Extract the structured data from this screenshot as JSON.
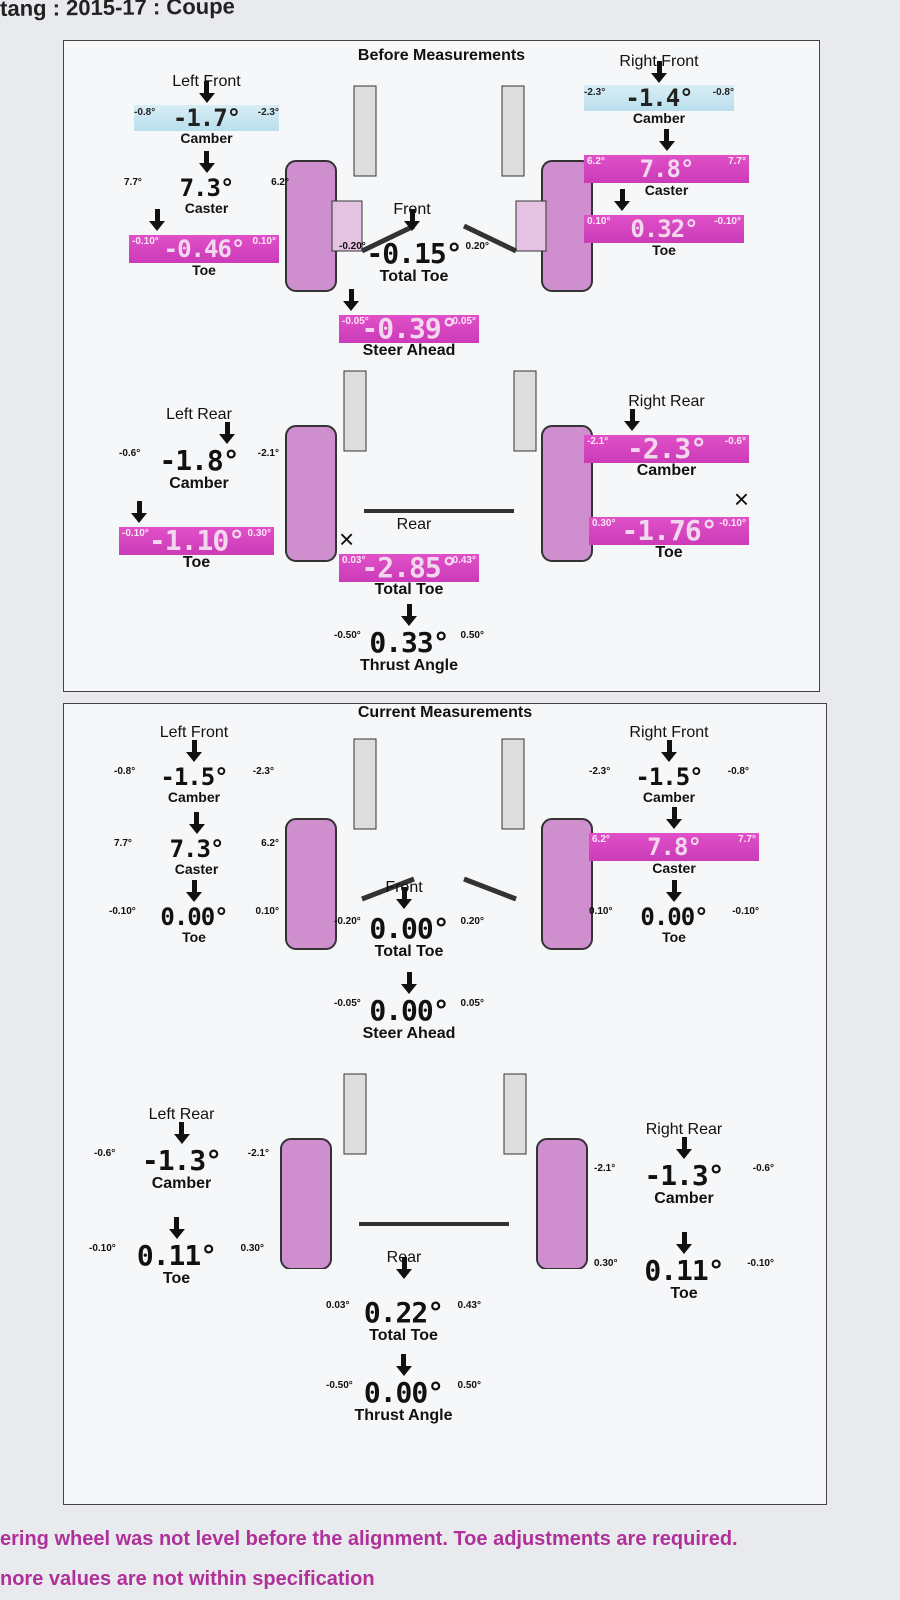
{
  "page": {
    "header": "tang : 2015-17 : Coupe",
    "footer_line1": "ering wheel was not level before the alignment.  Toe adjustments are required.",
    "footer_line2": "nore values are not within specification"
  },
  "colors": {
    "out_of_spec": "#d145c0",
    "warning": "#c8e6f0",
    "tire_tint": "#d59bd0"
  },
  "before": {
    "title": "Before Measurements",
    "front_label": "Front",
    "rear_label": "Rear",
    "lf_header": "Left Front",
    "rf_header": "Right Front",
    "lr_header": "Left Rear",
    "rr_header": "Right Rear",
    "lf_camber": {
      "value": "-1.7°",
      "label": "Camber",
      "min": "-0.8°",
      "max": "-2.3°",
      "status": "warn"
    },
    "lf_caster": {
      "value": "7.3°",
      "label": "Caster",
      "min": "7.7°",
      "max": "6.2°",
      "status": "ok"
    },
    "lf_toe": {
      "value": "-0.46°",
      "label": "Toe",
      "min": "-0.10°",
      "max": "0.10°",
      "status": "bad"
    },
    "rf_camber": {
      "value": "-1.4°",
      "label": "Camber",
      "min": "-2.3°",
      "max": "-0.8°",
      "status": "warn"
    },
    "rf_caster": {
      "value": "7.8°",
      "label": "Caster",
      "min": "6.2°",
      "max": "7.7°",
      "status": "bad"
    },
    "rf_toe": {
      "value": "0.32°",
      "label": "Toe",
      "min": "0.10°",
      "max": "-0.10°",
      "status": "bad"
    },
    "front_total_toe": {
      "value": "-0.15°",
      "label": "Total Toe",
      "min": "-0.20°",
      "max": "0.20°"
    },
    "steer_ahead": {
      "value": "-0.39°",
      "label": "Steer Ahead",
      "min": "-0.05°",
      "max": "0.05°"
    },
    "lr_camber": {
      "value": "-1.8°",
      "label": "Camber",
      "min": "-0.6°",
      "max": "-2.1°"
    },
    "lr_toe": {
      "value": "-1.10°",
      "label": "Toe",
      "min": "-0.10°",
      "max": "0.30°"
    },
    "rr_camber": {
      "value": "-2.3°",
      "label": "Camber",
      "min": "-2.1°",
      "max": "-0.6°"
    },
    "rr_toe": {
      "value": "-1.76°",
      "label": "Toe",
      "min": "0.30°",
      "max": "-0.10°"
    },
    "rear_total_toe": {
      "value": "-2.85°",
      "label": "Total Toe",
      "min": "0.03°",
      "max": "0.43°"
    },
    "thrust_angle": {
      "value": "0.33°",
      "label": "Thrust Angle",
      "min": "-0.50°",
      "max": "0.50°"
    },
    "mark_x": "×"
  },
  "current": {
    "title": "Current Measurements",
    "front_label": "Front",
    "rear_label": "Rear",
    "lf_header": "Left Front",
    "rf_header": "Right Front",
    "lr_header": "Left Rear",
    "rr_header": "Right Rear",
    "lf_camber": {
      "value": "-1.5°",
      "label": "Camber",
      "min": "-0.8°",
      "max": "-2.3°"
    },
    "lf_caster": {
      "value": "7.3°",
      "label": "Caster",
      "min": "7.7°",
      "max": "6.2°"
    },
    "lf_toe": {
      "value": "0.00°",
      "label": "Toe",
      "min": "-0.10°",
      "max": "0.10°"
    },
    "rf_camber": {
      "value": "-1.5°",
      "label": "Camber",
      "min": "-2.3°",
      "max": "-0.8°"
    },
    "rf_caster": {
      "value": "7.8°",
      "label": "Caster",
      "min": "6.2°",
      "max": "7.7°"
    },
    "rf_toe": {
      "value": "0.00°",
      "label": "Toe",
      "min": "0.10°",
      "max": "-0.10°"
    },
    "front_total_toe": {
      "value": "0.00°",
      "label": "Total Toe",
      "min": "-0.20°",
      "max": "0.20°"
    },
    "steer_ahead": {
      "value": "0.00°",
      "label": "Steer Ahead",
      "min": "-0.05°",
      "max": "0.05°"
    },
    "lr_camber": {
      "value": "-1.3°",
      "label": "Camber",
      "min": "-0.6°",
      "max": "-2.1°"
    },
    "lr_toe": {
      "value": "0.11°",
      "label": "Toe",
      "min": "-0.10°",
      "max": "0.30°"
    },
    "rr_camber": {
      "value": "-1.3°",
      "label": "Camber",
      "min": "-2.1°",
      "max": "-0.6°"
    },
    "rr_toe": {
      "value": "0.11°",
      "label": "Toe",
      "min": "0.30°",
      "max": "-0.10°"
    },
    "rear_total_toe": {
      "value": "0.22°",
      "label": "Total Toe",
      "min": "0.03°",
      "max": "0.43°"
    },
    "thrust_angle": {
      "value": "0.00°",
      "label": "Thrust Angle",
      "min": "-0.50°",
      "max": "0.50°"
    }
  }
}
